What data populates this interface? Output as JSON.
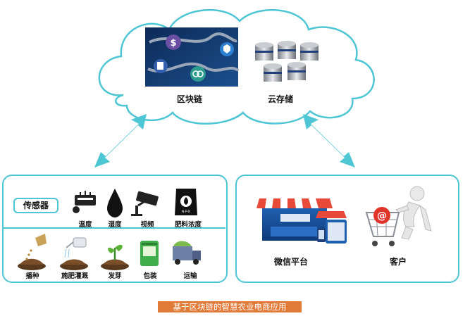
{
  "cloud": {
    "blockchain_label": "区块链",
    "storage_label": "云存储"
  },
  "sensors": {
    "title": "传感器",
    "items": [
      "温度",
      "湿度",
      "视频",
      "肥料浓度"
    ]
  },
  "processes": {
    "items": [
      "播种",
      "施肥灌溉",
      "发芽",
      "包装",
      "运输"
    ]
  },
  "right_panel": {
    "wechat_label": "微信平台",
    "customer_label": "客户"
  },
  "caption": "基于区块链的智慧农业电商应用",
  "colors": {
    "accent": "#4ec6d4",
    "caption_bg": "#e07b3a",
    "cloud_fill": "#ffffff"
  }
}
